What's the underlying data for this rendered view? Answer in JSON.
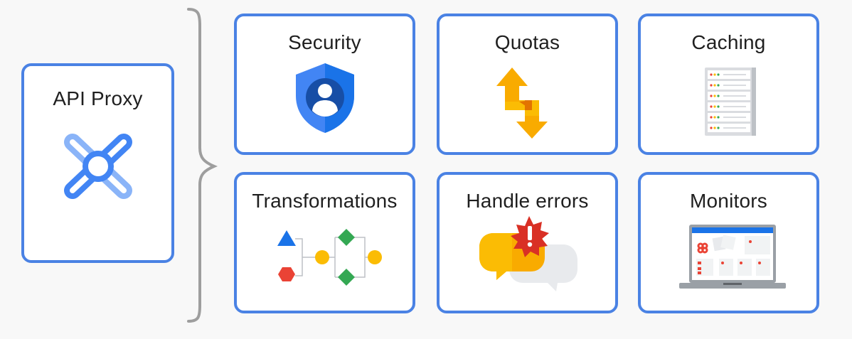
{
  "proxy": {
    "label": "API Proxy",
    "icon": "api-proxy-icon"
  },
  "tiles": [
    {
      "label": "Security",
      "icon": "shield-user-icon"
    },
    {
      "label": "Quotas",
      "icon": "up-down-arrows-icon"
    },
    {
      "label": "Caching",
      "icon": "server-rack-icon"
    },
    {
      "label": "Transformations",
      "icon": "shape-flow-icon"
    },
    {
      "label": "Handle errors",
      "icon": "error-chat-bubbles-icon"
    },
    {
      "label": "Monitors",
      "icon": "laptop-dashboard-icon"
    }
  ],
  "colors": {
    "border": "#4a82e4",
    "blue": "#4285f4",
    "dark_blue": "#1a55b8",
    "yellow": "#fbbc04",
    "orange": "#f29900",
    "red": "#ea4335",
    "green": "#34a853",
    "grey": "#9e9e9e"
  }
}
